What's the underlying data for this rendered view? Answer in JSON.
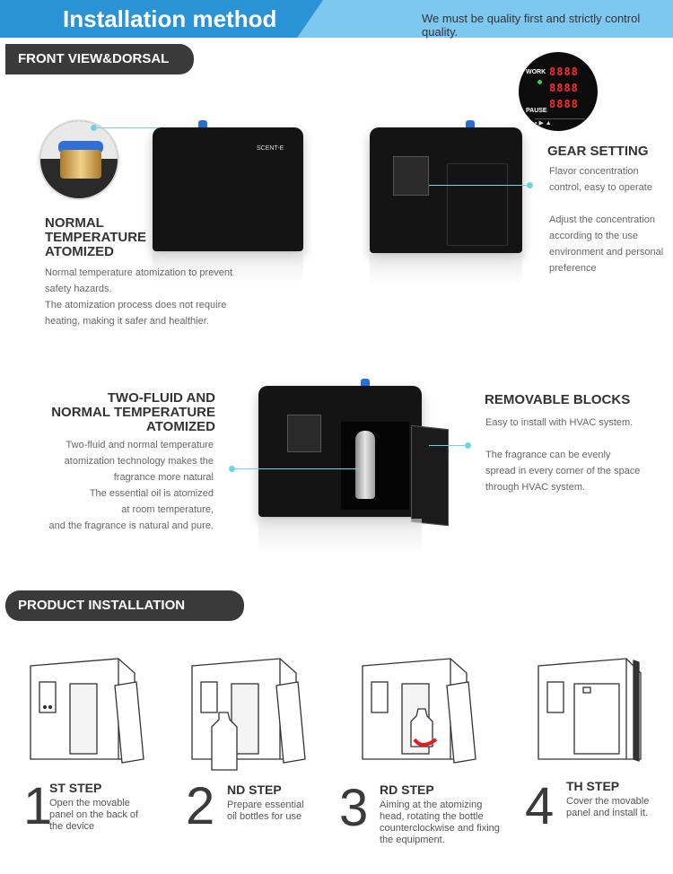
{
  "header": {
    "title": "Installation method",
    "slogan": "We must be quality first and strictly control quality."
  },
  "sections": {
    "front_view": "FRONT VIEW&DORSAL VIEW",
    "install_diagram": "PRODUCT INSTALLATION DIAGRAM"
  },
  "device": {
    "brand": "SCENT-E"
  },
  "control_panel": {
    "work_label": "WORK",
    "pause_label": "PAUSE",
    "digits": [
      "8888",
      "8888",
      "8888"
    ]
  },
  "features": {
    "normal_temp": {
      "heading_lines": [
        "NORMAL",
        "TEMPERATURE",
        "ATOMIZED"
      ],
      "text_lines": [
        "Normal temperature atomization to prevent",
        "safety hazards.",
        "The atomization process does not require",
        "heating, making it safer and healthier."
      ]
    },
    "gear_setting": {
      "heading": "GEAR SETTING",
      "text_lines_1": [
        "Flavor concentration",
        "control, easy to operate"
      ],
      "text_lines_2": [
        "Adjust the concentration",
        "according to the use",
        "environment and personal",
        "preference"
      ]
    },
    "two_fluid": {
      "heading_lines": [
        "TWO-FLUID AND",
        "NORMAL TEMPERATURE",
        "ATOMIZED"
      ],
      "text_lines": [
        "Two-fluid and normal temperature",
        "atomization technology makes the",
        "fragrance more natural",
        "The essential oil is atomized",
        "at room temperature,",
        "and the fragrance is natural and pure."
      ]
    },
    "removable": {
      "heading": "REMOVABLE BLOCKS",
      "text_line_1": "Easy to install with HVAC system.",
      "text_lines_2": [
        "The fragrance can be evenly",
        "spread in every corner of the space",
        "through HVAC system."
      ]
    }
  },
  "steps": [
    {
      "number": "1",
      "title": "ST STEP",
      "desc_lines": [
        "Open the movable",
        "panel on the back of",
        "the device"
      ]
    },
    {
      "number": "2",
      "title": "ND STEP",
      "desc_lines": [
        "Prepare essential",
        "oil bottles for use"
      ]
    },
    {
      "number": "3",
      "title": "RD STEP",
      "desc_lines": [
        "Aiming at the atomizing",
        "head, rotating the bottle",
        "counterclockwise and fixing",
        "the equipment."
      ]
    },
    {
      "number": "4",
      "title": "TH STEP",
      "desc_lines": [
        "Cover the movable",
        "panel and install it."
      ]
    }
  ]
}
